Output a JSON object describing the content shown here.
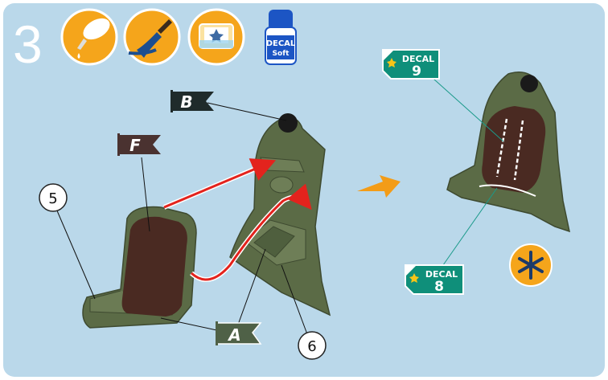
{
  "step": {
    "number": "3"
  },
  "icons": [
    {
      "name": "apply-glue-icon"
    },
    {
      "name": "paint-brush-icon"
    },
    {
      "name": "water-slide-decal-icon"
    },
    {
      "name": "decal-soft-bottle-icon",
      "bottle_text_1": "DECAL",
      "bottle_text_2": "Soft"
    }
  ],
  "flags": {
    "B": "B",
    "F": "F",
    "A": "A"
  },
  "parts": {
    "seat": "5",
    "back": "6"
  },
  "decals": [
    {
      "word": "DECAL",
      "number": "9"
    },
    {
      "word": "DECAL",
      "number": "8"
    }
  ],
  "colors": {
    "background": "#bad8ea",
    "icon_orange": "#f5a51b",
    "olive_green": "#5b6b46",
    "leather_brown": "#4a2a22",
    "decal_green": "#0f8f7a",
    "assembly_arrow": "#e3231d",
    "direction_arrow": "#f39c18",
    "flag_dark": "#1f2b2b",
    "flag_brown": "#4a3230",
    "flag_olive": "#4f6147"
  },
  "misc": {
    "symbol": "asterisk-finish-icon"
  }
}
